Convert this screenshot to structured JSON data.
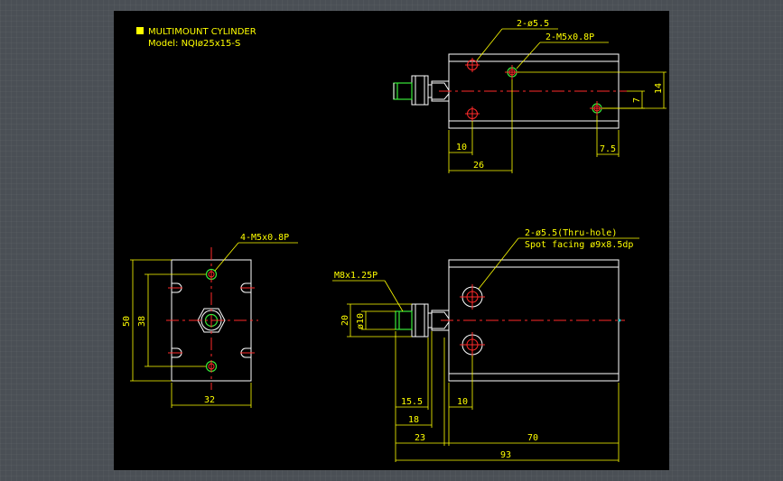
{
  "title_block": {
    "line1": "MULTIMOUNT CYLINDER",
    "line2": "Model: NQIø25x15-S"
  },
  "top_view": {
    "callout_holes": "2-ø5.5",
    "callout_thread": "2-M5x0.8P",
    "dim_10": "10",
    "dim_26": "26",
    "dim_7_5": "7.5",
    "dim_7": "7",
    "dim_14": "14"
  },
  "end_view": {
    "callout_thread": "4-M5x0.8P",
    "dim_50": "50",
    "dim_38": "38",
    "dim_32": "32"
  },
  "side_view": {
    "callout_holes_1": "2-ø5.5(Thru-hole)",
    "callout_holes_2": "Spot facing ø9x8.5dp",
    "callout_rod_thread": "M8x1.25P",
    "dim_20": "20",
    "dim_phi10": "ø10",
    "dim_15_5": "15.5",
    "dim_10": "10",
    "dim_18": "18",
    "dim_23": "23",
    "dim_70": "70",
    "dim_93": "93"
  },
  "colors": {
    "background": "#000000",
    "frame": "#4a4f55",
    "outline": "#ffffff",
    "center_line": "#ff2a2a",
    "dimension": "#ffff00",
    "thread": "#38e838",
    "fastener": "#27c9c9"
  }
}
